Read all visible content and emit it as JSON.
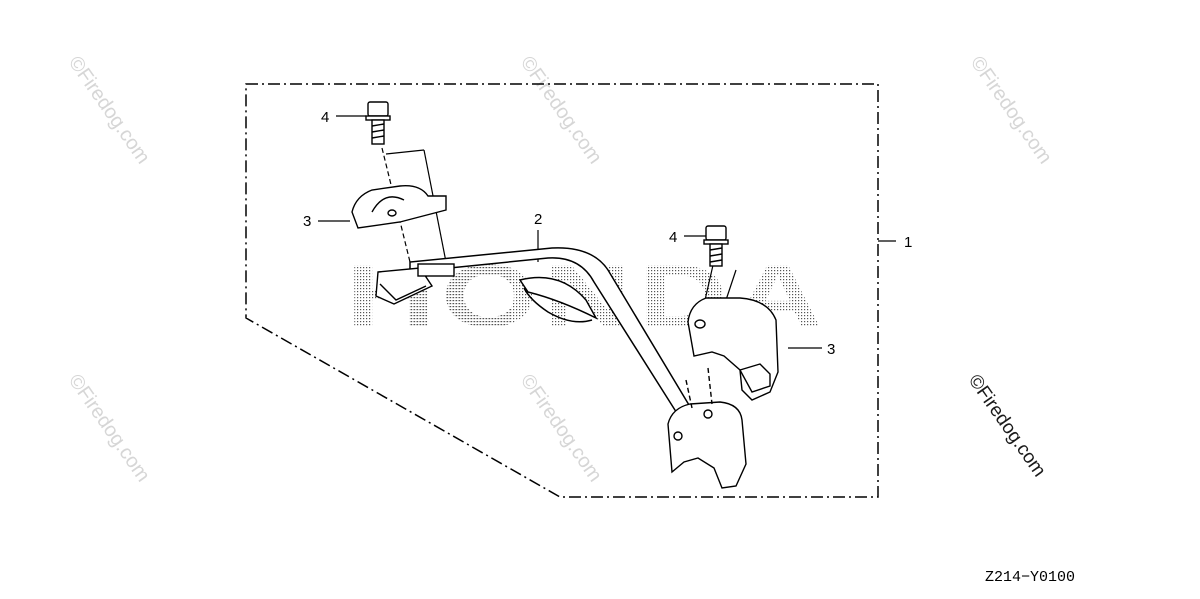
{
  "diagram": {
    "callouts": {
      "assembly": "1",
      "handle": "2",
      "clamp_left": "3",
      "clamp_right": "3",
      "bolt_left": "4",
      "bolt_right": "4"
    },
    "brand_watermark": "HONDA",
    "copyright_watermark": "©Firedog.com",
    "reference_code": "Z214−Y0100"
  },
  "colors": {
    "line": "#000000",
    "watermark": "#d6d6d6",
    "background": "#ffffff"
  }
}
